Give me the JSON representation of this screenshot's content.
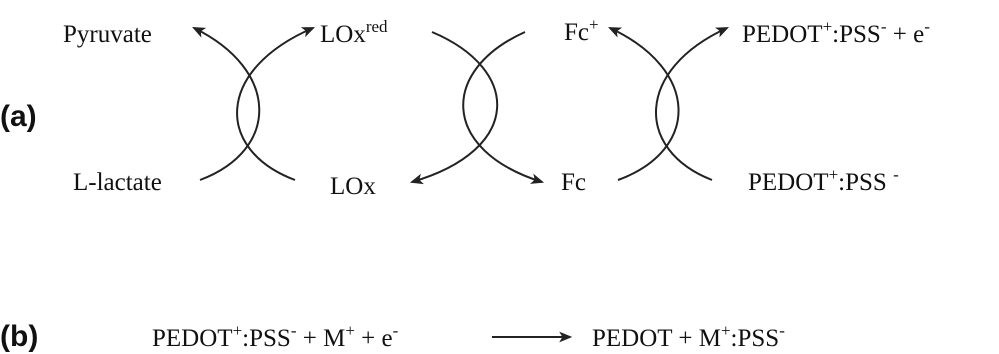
{
  "panel_a": {
    "label": "(a)",
    "pyruvate": "Pyruvate",
    "lox_red": "LOx",
    "lox_red_sup": "red",
    "fc_plus": "Fc",
    "fc_plus_sup": "+",
    "pedot_ox_1": "PEDOT",
    "pedot_ox_1_sup": "+",
    "pedot_ox_2": ":PSS",
    "pedot_ox_2_sup": "-",
    "pedot_ox_3": " + e",
    "pedot_ox_3_sup": "-",
    "l_lactate": "L-lactate",
    "lox": "LOx",
    "fc": "Fc",
    "pedot_1": "PEDOT",
    "pedot_1_sup": "+",
    "pedot_2": ":PSS ",
    "pedot_2_sup": "-"
  },
  "panel_b": {
    "label": "(b)",
    "lhs_1": "PEDOT",
    "lhs_1_sup": "+",
    "lhs_2": ":PSS",
    "lhs_2_sup": "-",
    "lhs_3": " + M",
    "lhs_3_sup": "+",
    "lhs_4": " + e",
    "lhs_4_sup": "-",
    "rhs_1": "PEDOT + M",
    "rhs_1_sup": "+",
    "rhs_2": ":PSS",
    "rhs_2_sup": "-"
  }
}
